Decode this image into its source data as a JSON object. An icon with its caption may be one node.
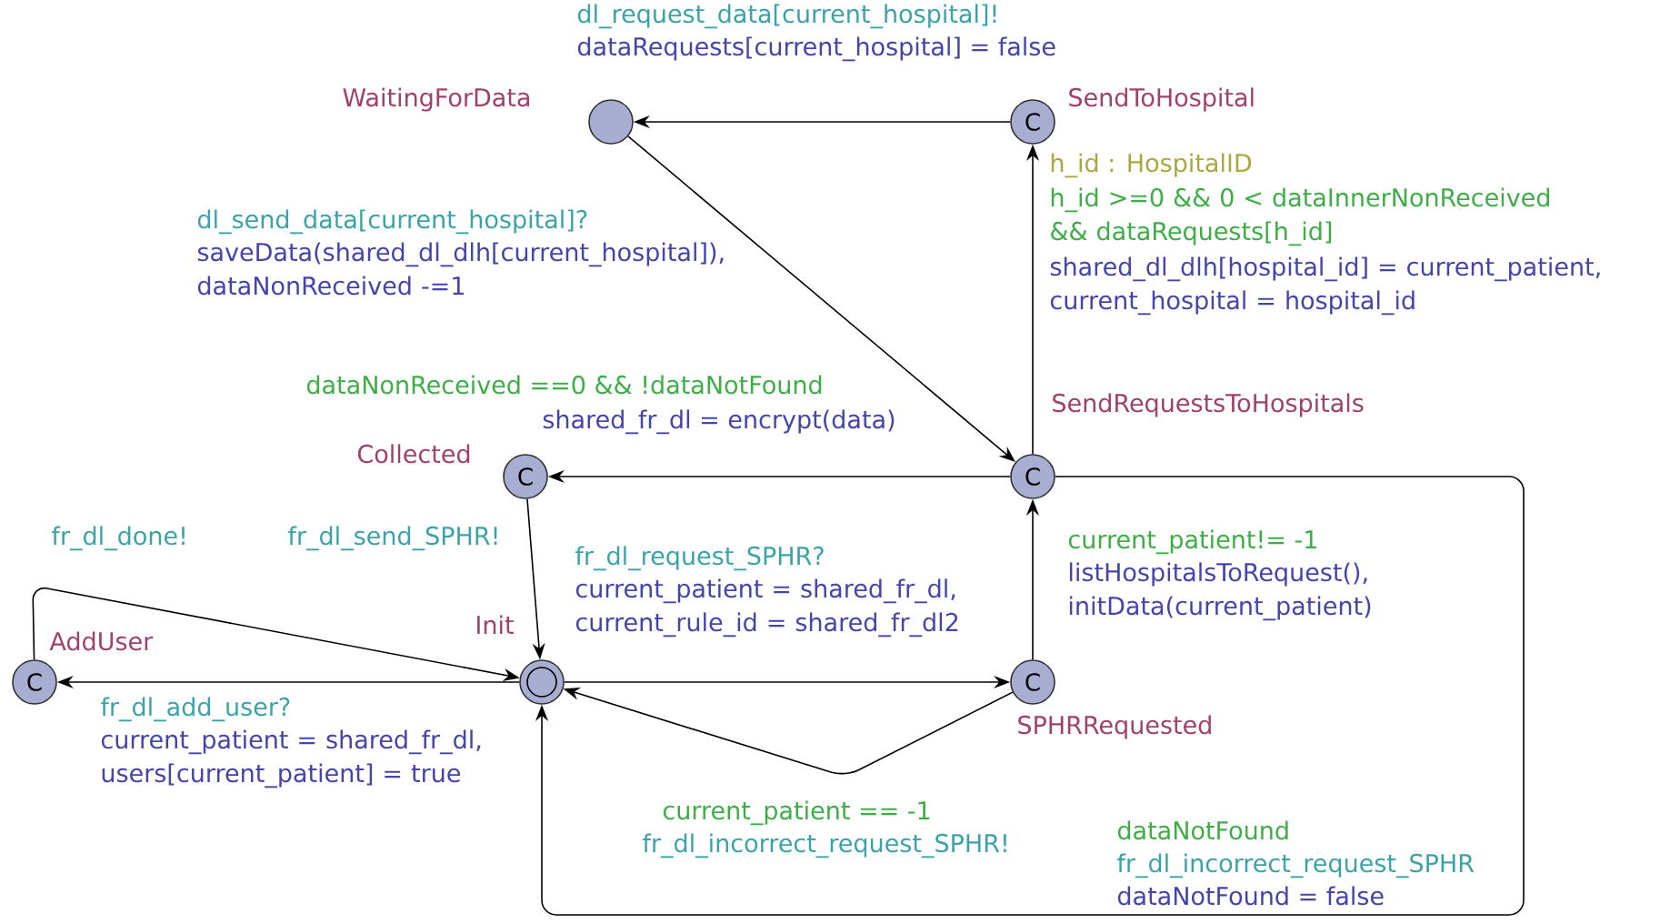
{
  "diagram": {
    "nodes": [
      {
        "text": [],
        "shape": "circle",
        "beside": [
          "WaitingForData"
        ]
      },
      {
        "text": [
          "C"
        ],
        "beside": [
          "SendToHospital"
        ]
      },
      {
        "text": [
          "C"
        ],
        "beside": [
          "Collected"
        ]
      },
      {
        "text": [
          "C"
        ],
        "beside": [
          "SendRequestsToHospitals"
        ]
      },
      {
        "text": [
          "C"
        ],
        "beside": [
          "AddUser"
        ]
      },
      {
        "text": [],
        "shape": "circle",
        "beside": [
          "Init"
        ]
      },
      {
        "text": [
          "C"
        ],
        "beside": [
          "SPHRRequested"
        ]
      }
    ],
    "edges": [
      {
        "from": 1,
        "to": 0,
        "arrow": "to",
        "label": "dl_request_data[current_hospital]!"
      },
      {
        "from": 0,
        "to": 3,
        "arrow": "to",
        "label": "dl_send_data[current_hospital]?"
      },
      {
        "from": 3,
        "to": 1,
        "arrow": "to",
        "label": "h_id : HospitalID"
      },
      {
        "from": 3,
        "to": 2,
        "arrow": "to",
        "label": "dataNonReceived ==0 && !dataNotFound"
      },
      {
        "from": 2,
        "to": 5,
        "arrow": "to",
        "label": "fr_dl_send_SPHR!"
      },
      {
        "from": 4,
        "to": 5,
        "arrow": "to",
        "label": "fr_dl_done!"
      },
      {
        "from": 5,
        "to": 4,
        "arrow": "to",
        "label": "fr_dl_add_user?"
      },
      {
        "from": 5,
        "to": 6,
        "arrow": "to",
        "label": "fr_dl_request_SPHR?"
      },
      {
        "from": 6,
        "to": 3,
        "arrow": "to",
        "label": "current_patient!= -1"
      },
      {
        "from": 6,
        "to": 5,
        "arrow": "to",
        "label": "current_patient == -1"
      },
      {
        "from": 3,
        "to": 5,
        "arrow": "to",
        "label": "dataNotFound"
      }
    ],
    "labels": [
      "dataRequests[current_hospital] = false",
      "saveData(shared_dl_dlh[current_hospital]), dataNonReceived -=1",
      "h_id >=0 && 0 < dataInnerNonReceived && dataRequests[h_id]",
      "shared_dl_dlh[hospital_id] = current_patient, current_hospital = hospital_id",
      "shared_fr_dl = encrypt(data)",
      "current_patient = shared_fr_dl, users[current_patient] = true",
      "current_patient = shared_fr_dl, current_rule_id = shared_fr_dl2",
      "listHospitalsToRequest(), initData(current_patient)",
      "fr_dl_incorrect_request_SPHR!",
      "fr_dl_incorrect_request_SPHR",
      "dataNotFound = false"
    ]
  }
}
